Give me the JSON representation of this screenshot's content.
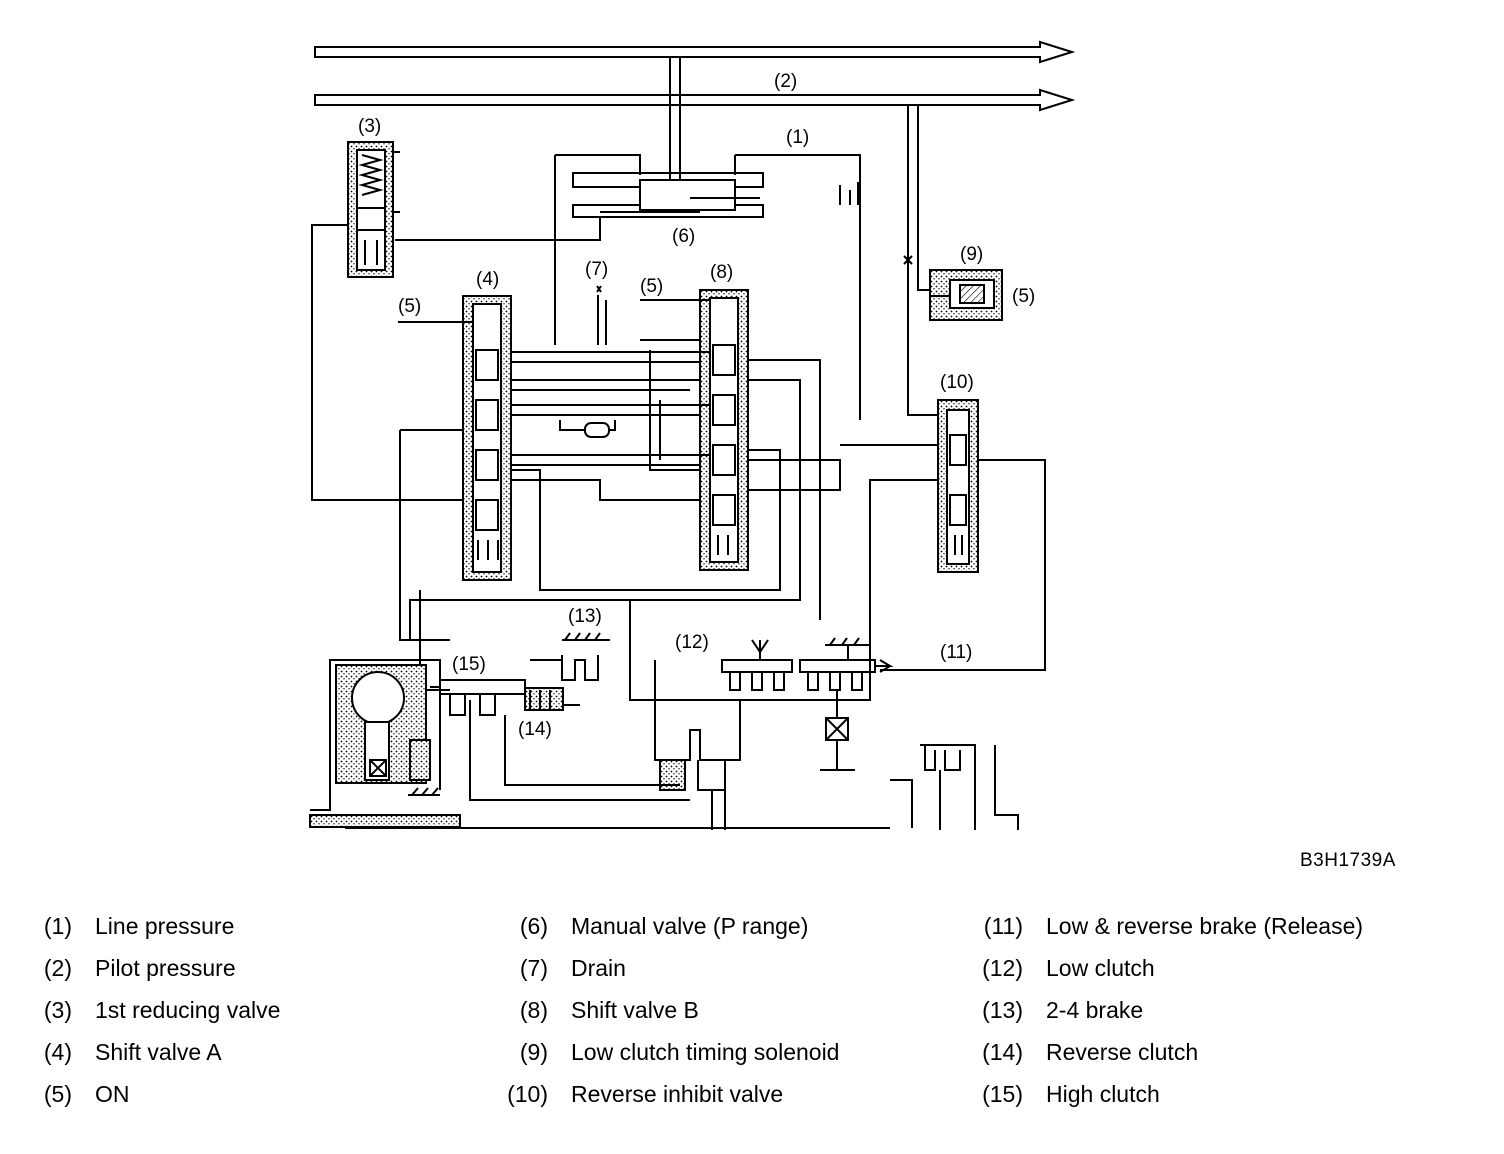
{
  "diagram": {
    "code": "B3H1739A",
    "callouts": [
      {
        "id": "c1",
        "text": "(1)"
      },
      {
        "id": "c2",
        "text": "(2)"
      },
      {
        "id": "c3",
        "text": "(3)"
      },
      {
        "id": "c4",
        "text": "(4)"
      },
      {
        "id": "c5a",
        "text": "(5)"
      },
      {
        "id": "c5b",
        "text": "(5)"
      },
      {
        "id": "c5c",
        "text": "(5)"
      },
      {
        "id": "c6",
        "text": "(6)"
      },
      {
        "id": "c7",
        "text": "(7)"
      },
      {
        "id": "c8",
        "text": "(8)"
      },
      {
        "id": "c9",
        "text": "(9)"
      },
      {
        "id": "c10",
        "text": "(10)"
      },
      {
        "id": "c11",
        "text": "(11)"
      },
      {
        "id": "c12",
        "text": "(12)"
      },
      {
        "id": "c13",
        "text": "(13)"
      },
      {
        "id": "c14",
        "text": "(14)"
      },
      {
        "id": "c15",
        "text": "(15)"
      }
    ]
  },
  "legend": {
    "columns": [
      [
        {
          "num": "(1)",
          "label": "Line pressure"
        },
        {
          "num": "(2)",
          "label": "Pilot pressure"
        },
        {
          "num": "(3)",
          "label": "1st reducing valve"
        },
        {
          "num": "(4)",
          "label": "Shift valve A"
        },
        {
          "num": "(5)",
          "label": "ON"
        }
      ],
      [
        {
          "num": "(6)",
          "label": "Manual valve (P range)"
        },
        {
          "num": "(7)",
          "label": "Drain"
        },
        {
          "num": "(8)",
          "label": "Shift valve B"
        },
        {
          "num": "(9)",
          "label": "Low clutch timing solenoid"
        },
        {
          "num": "(10)",
          "label": "Reverse inhibit valve"
        }
      ],
      [
        {
          "num": "(11)",
          "label": "Low & reverse brake (Release)"
        },
        {
          "num": "(12)",
          "label": "Low clutch"
        },
        {
          "num": "(13)",
          "label": "2-4 brake"
        },
        {
          "num": "(14)",
          "label": "Reverse clutch"
        },
        {
          "num": "(15)",
          "label": "High clutch"
        }
      ]
    ]
  }
}
